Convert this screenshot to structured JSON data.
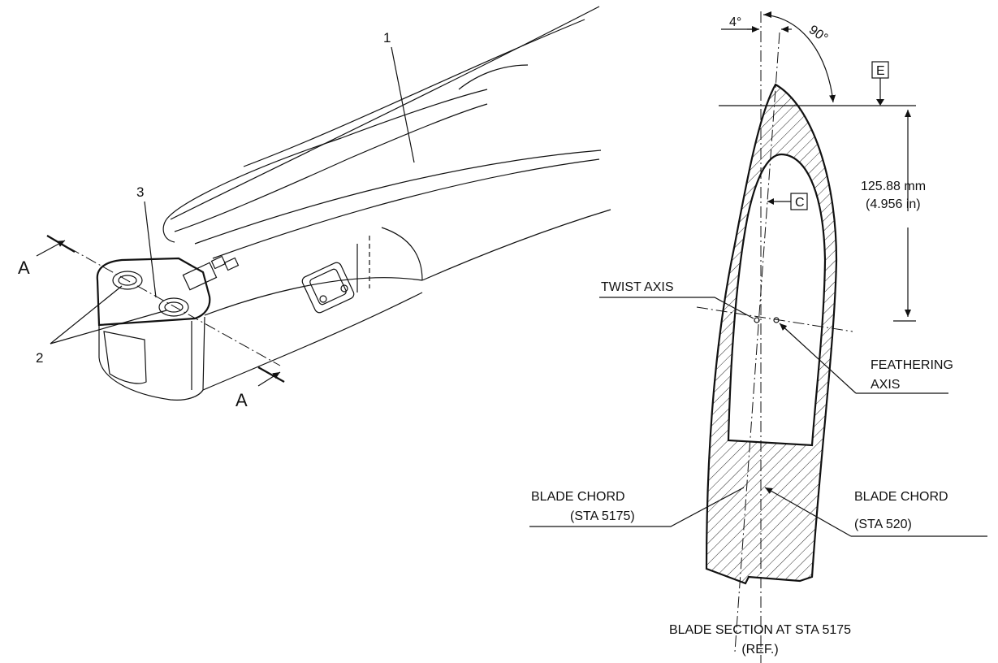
{
  "callouts": {
    "item_1": "1",
    "item_2": "2",
    "item_3": "3",
    "section_a_left": "A",
    "section_a_right": "A"
  },
  "section": {
    "angle_small": "4°",
    "angle_right": "90°",
    "datum_e": "E",
    "datum_c": "C",
    "dimension_mm": "125.88 mm",
    "dimension_in": "(4.956 in)",
    "twist_axis": "TWIST AXIS",
    "feathering_axis_line1": "FEATHERING",
    "feathering_axis_line2": "AXIS",
    "blade_chord_left_line1": "BLADE CHORD",
    "blade_chord_left_line2": "(STA 5175)",
    "blade_chord_right_line1": "BLADE CHORD",
    "blade_chord_right_line2": "(STA 520)",
    "caption_line1": "BLADE SECTION AT STA 5175",
    "caption_line2": "(REF.)"
  }
}
